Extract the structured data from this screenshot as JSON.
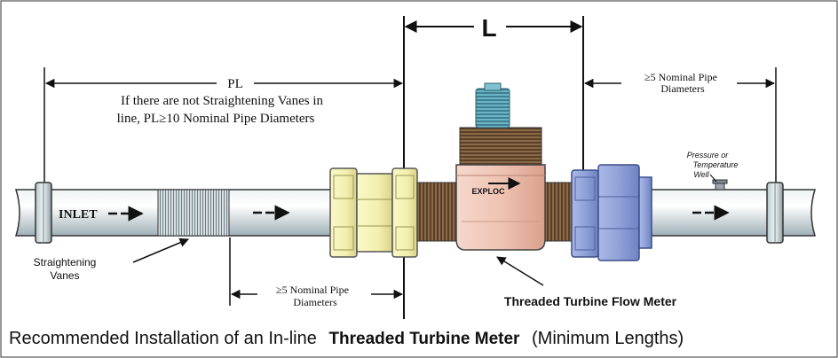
{
  "diagram": {
    "dimension_L": "L",
    "dimension_PL": "PL",
    "pl_note_line1": "If there are not Straightening Vanes in",
    "pl_note_line2": "line, PL≥10 Nominal Pipe Diameters",
    "downstream_note_line1": "≥5 Nominal Pipe",
    "downstream_note_line2": "Diameters",
    "upstream_vanes_note_line1": "≥5 Nominal Pipe",
    "upstream_vanes_note_line2": "Diameters",
    "inlet_label": "INLET",
    "straightening_vanes_line1": "Straightening",
    "straightening_vanes_line2": "Vanes",
    "pressure_well_line1": "Pressure  or",
    "pressure_well_line2": "Temperature",
    "pressure_well_line3": "Well",
    "meter_label": "Threaded Turbine Flow Meter",
    "brand_mark": "EXPLOC",
    "caption_part1": "Recommended Installation of an In-line",
    "caption_part2": "Threaded Turbine Meter",
    "caption_part3": "(Minimum Lengths)"
  },
  "colors": {
    "pipe": "#c9d7dc",
    "union_left": "#f3f0b0",
    "union_right": "#8fa2d8",
    "meter_body": "#efc7b8",
    "threads": "#7a5a3a",
    "connector": "#5aa6b8"
  }
}
